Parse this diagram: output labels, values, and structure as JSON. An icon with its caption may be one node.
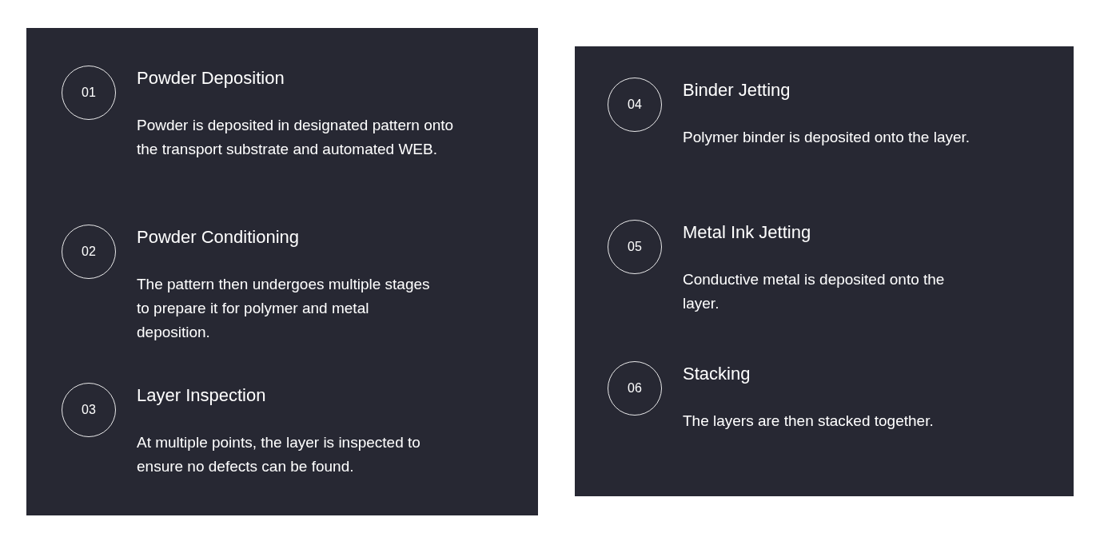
{
  "diagram": {
    "nodes": [
      {
        "text": [],
        "shape": "box"
      },
      {
        "text": [
          "01"
        ],
        "in": 0,
        "beside": [
          "Powder Deposition",
          "Powder is deposited in designated pattern onto the transport substrate and automated WEB."
        ]
      },
      {
        "text": [
          "02"
        ],
        "in": 0,
        "beside": [
          "Powder Conditioning",
          "The pattern then undergoes multiple stages to prepare it for polymer and metal deposition."
        ]
      },
      {
        "text": [
          "03"
        ],
        "in": 0,
        "beside": [
          "Layer Inspection",
          "At multiple points, the layer is inspected to ensure no defects can be found."
        ]
      },
      {
        "text": [],
        "shape": "box"
      },
      {
        "text": [
          "04"
        ],
        "in": 4,
        "beside": [
          "Binder Jetting",
          "Polymer binder is deposited onto the layer."
        ]
      },
      {
        "text": [
          "05"
        ],
        "in": 4,
        "beside": [
          "Metal Ink Jetting",
          "Conductive metal is deposited onto the layer."
        ]
      },
      {
        "text": [
          "06"
        ],
        "in": 4,
        "beside": [
          "Stacking",
          "The layers are then stacked together."
        ]
      }
    ]
  }
}
